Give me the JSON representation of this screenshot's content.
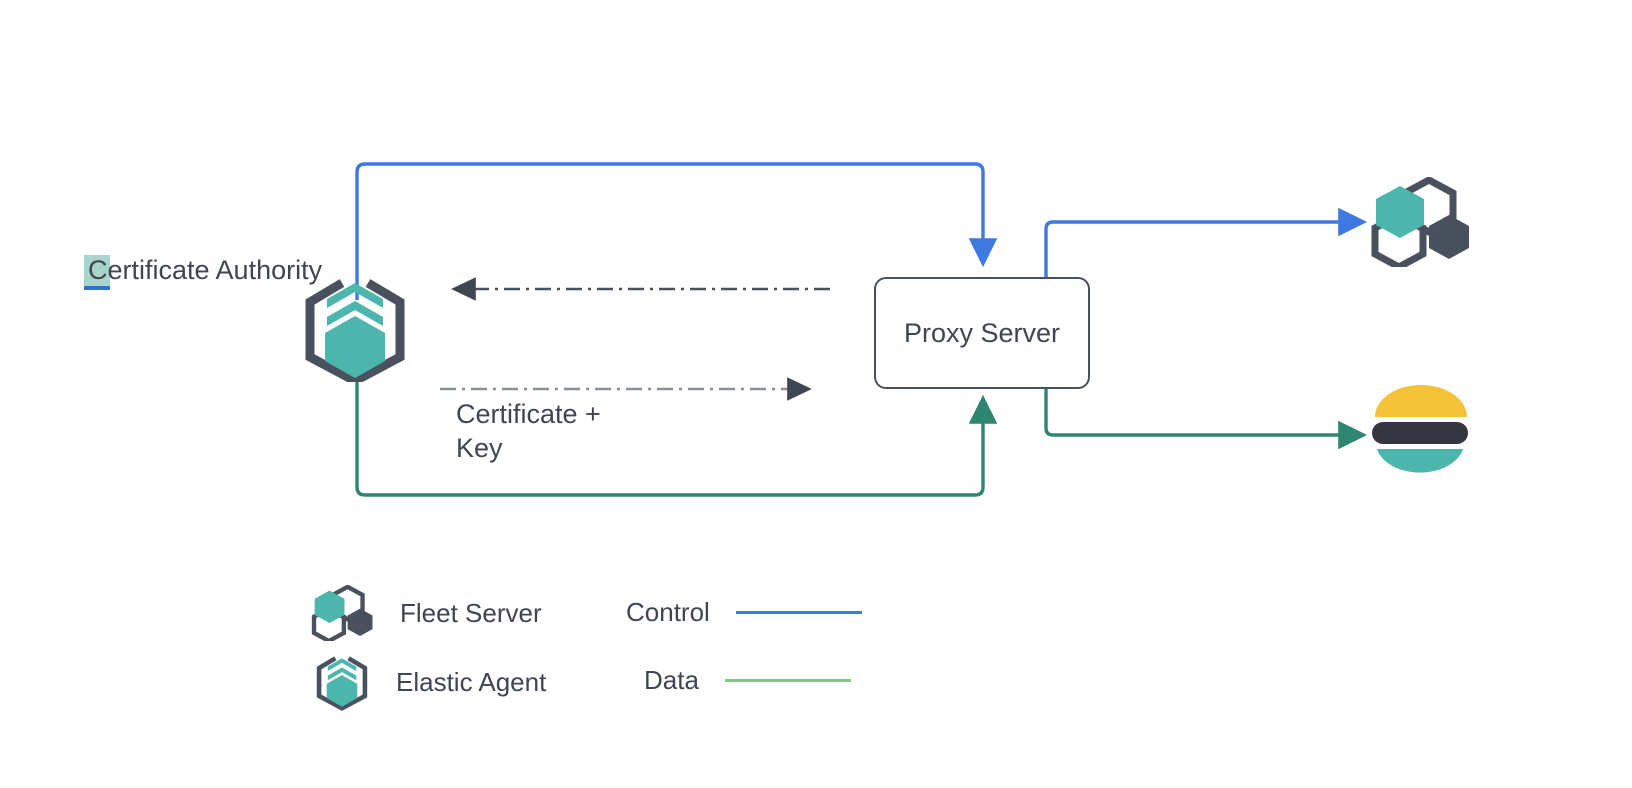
{
  "diagram": {
    "title_text_nodes": {
      "certificate_authority": "Certificate Authority",
      "proxy_server": "Proxy Server",
      "certificate_key": "Certificate +\nKey"
    },
    "nodes": [
      {
        "id": "certificate-authority",
        "label": "Certificate Authority",
        "icon": "elastic-agent-icon"
      },
      {
        "id": "proxy-server",
        "label": "Proxy Server",
        "icon": "none"
      },
      {
        "id": "fleet-server",
        "label": "",
        "icon": "fleet-server-icon"
      },
      {
        "id": "elasticsearch",
        "label": "",
        "icon": "elasticsearch-icon"
      }
    ],
    "edge_labels": [
      {
        "id": "certificate-key",
        "line1": "Certificate +",
        "line2": "Key"
      }
    ],
    "legend": {
      "icon_items": [
        {
          "label": "Fleet Server",
          "icon": "fleet-server-icon"
        },
        {
          "label": "Elastic Agent",
          "icon": "elastic-agent-icon"
        }
      ],
      "line_items": [
        {
          "label": "Control",
          "color": "#3d79e0"
        },
        {
          "label": "Data",
          "color": "#82c884"
        }
      ]
    },
    "colors": {
      "control_blue": "#3d79e0",
      "data_green_line": "#2e8570",
      "legend_data_green": "#82c884",
      "teal": "#4db6ac",
      "dark_slate": "#4a515e",
      "text": "#3f4652",
      "elastic_yellow": "#f3c237",
      "elastic_dark": "#343741",
      "elastic_teal": "#4db6ac",
      "highlight": "#9fd0c8",
      "dash_gray": "#8a8f99"
    }
  }
}
